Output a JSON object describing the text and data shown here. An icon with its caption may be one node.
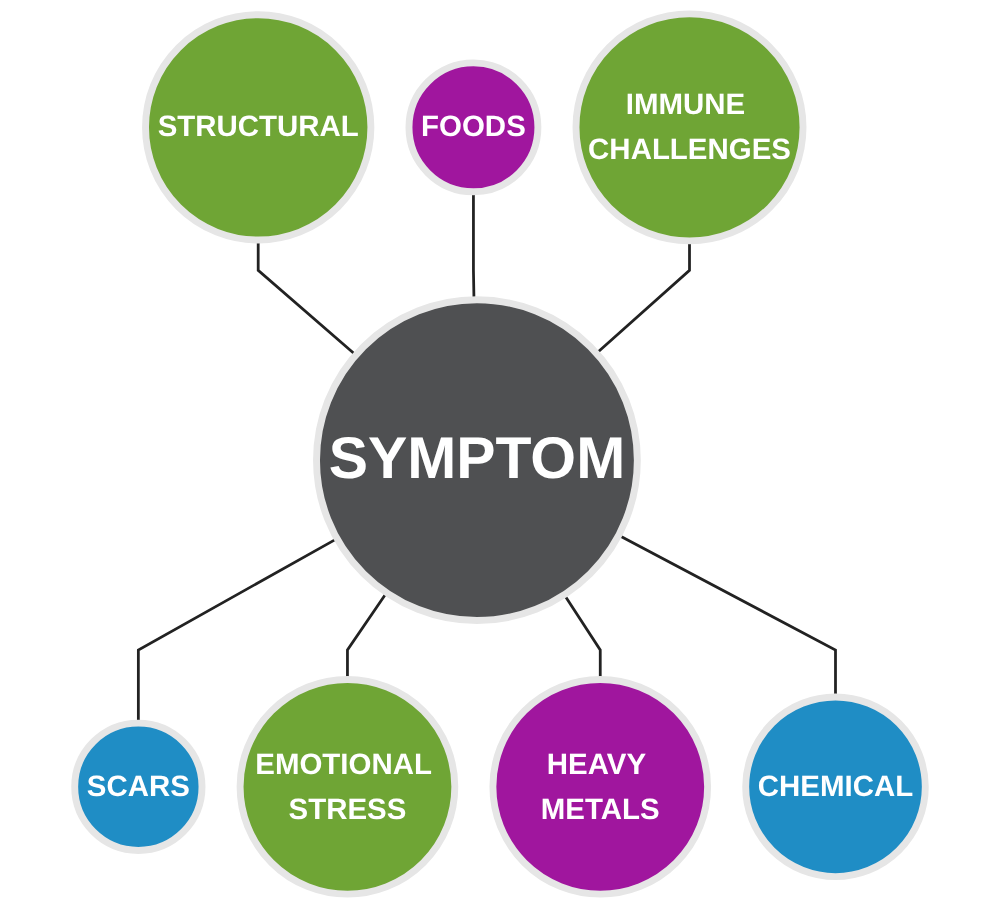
{
  "diagram": {
    "nodes": [
      {
        "text": [
          "FOODS"
        ]
      },
      {
        "text": [
          "STRUCTURAL"
        ]
      },
      {
        "text": [
          "IMMUNE CHALLENGES"
        ]
      },
      {
        "text": [
          "SYMPTOM"
        ]
      },
      {
        "text": [
          "SCARS"
        ]
      },
      {
        "text": [
          "CHEMICAL"
        ]
      },
      {
        "text": [
          "EMOTIONAL STRESS"
        ]
      },
      {
        "text": [
          "HEAVY METALS"
        ]
      }
    ],
    "edges": [
      {
        "from": 1,
        "to": 3,
        "arrow": "none"
      },
      {
        "from": 0,
        "to": 3,
        "arrow": "none"
      },
      {
        "from": 2,
        "to": 3,
        "arrow": "none"
      },
      {
        "from": 3,
        "to": 4,
        "arrow": "none"
      },
      {
        "from": 3,
        "to": 6,
        "arrow": "none"
      },
      {
        "from": 3,
        "to": 7,
        "arrow": "none"
      },
      {
        "from": 3,
        "to": 5,
        "arrow": "none"
      }
    ]
  }
}
